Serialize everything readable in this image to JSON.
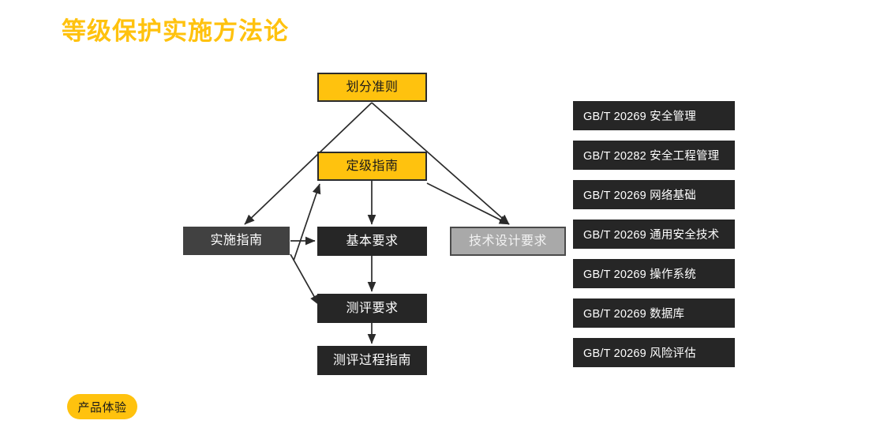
{
  "slide": {
    "title": "等级保护实施方法论",
    "title_color": "#FFC20E",
    "background_color": "#ffffff"
  },
  "diagram": {
    "nodes": [
      {
        "id": "huafen-zhunze",
        "label": "划分准则",
        "style": "yellow",
        "fill": "#FFC20E",
        "text_color": "#1a1a1a"
      },
      {
        "id": "dingji-zhinan",
        "label": "定级指南",
        "style": "yellow",
        "fill": "#FFC20E",
        "text_color": "#1a1a1a"
      },
      {
        "id": "shishi-zhinan",
        "label": "实施指南",
        "style": "graydark",
        "fill": "#414141",
        "text_color": "#ffffff"
      },
      {
        "id": "jiben-yaoqiu",
        "label": "基本要求",
        "style": "dark",
        "fill": "#262626",
        "text_color": "#ffffff"
      },
      {
        "id": "jishu-sheji",
        "label": "技术设计要求",
        "style": "light",
        "fill": "#a9a9a9",
        "text_color": "#f2f2f2"
      },
      {
        "id": "ceping-yaoqiu",
        "label": "测评要求",
        "style": "dark",
        "fill": "#262626",
        "text_color": "#ffffff"
      },
      {
        "id": "ceping-guocheng",
        "label": "测评过程指南",
        "style": "dark",
        "fill": "#262626",
        "text_color": "#ffffff"
      }
    ],
    "edges": [
      {
        "from": "huafen-zhunze",
        "to": "shishi-zhinan"
      },
      {
        "from": "huafen-zhunze",
        "to": "jishu-sheji"
      },
      {
        "from": "shishi-zhinan",
        "to": "dingji-zhinan"
      },
      {
        "from": "dingji-zhinan",
        "to": "jiben-yaoqiu"
      },
      {
        "from": "dingji-zhinan",
        "to": "jishu-sheji"
      },
      {
        "from": "shishi-zhinan",
        "to": "jiben-yaoqiu"
      },
      {
        "from": "shishi-zhinan",
        "to": "ceping-yaoqiu"
      },
      {
        "from": "jiben-yaoqiu",
        "to": "ceping-yaoqiu"
      },
      {
        "from": "ceping-yaoqiu",
        "to": "ceping-guocheng"
      }
    ]
  },
  "standards": {
    "items": [
      {
        "label": "GB/T 20269 安全管理"
      },
      {
        "label": "GB/T 20282 安全工程管理"
      },
      {
        "label": "GB/T 20269 网络基础"
      },
      {
        "label": "GB/T 20269 通用安全技术"
      },
      {
        "label": "GB/T 20269 操作系统"
      },
      {
        "label": "GB/T 20269 数据库"
      },
      {
        "label": "GB/T 20269 风险评估"
      }
    ]
  },
  "footer": {
    "badge_label": "产品体验",
    "badge_color": "#FFC20E"
  }
}
